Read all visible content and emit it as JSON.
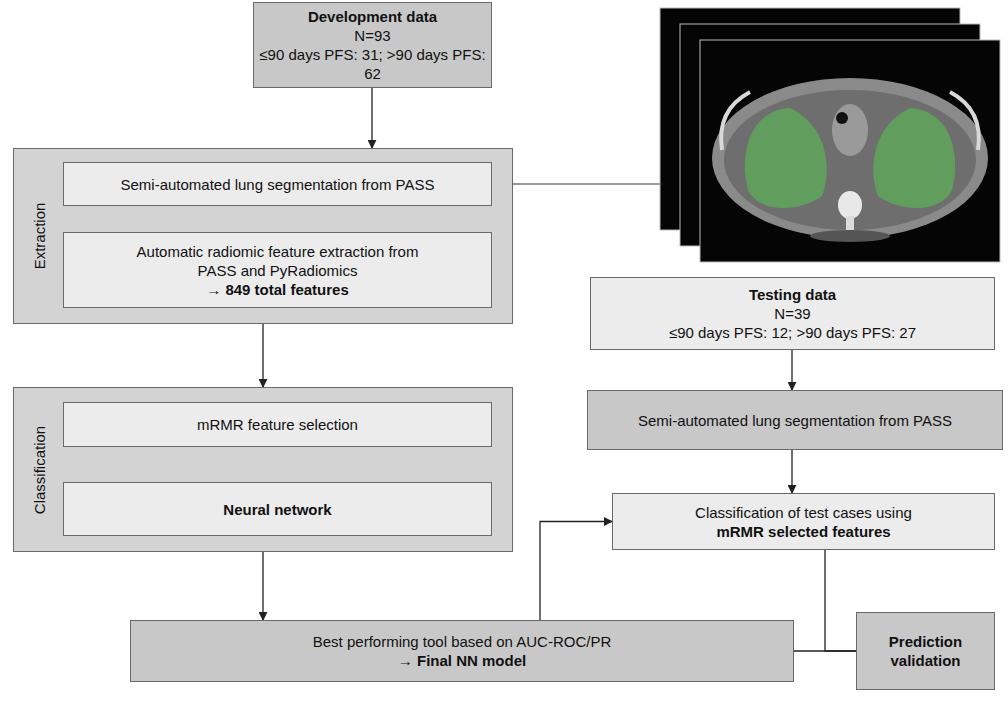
{
  "diagram": {
    "nodes": [
      {
        "text": [
          "Development data",
          "N=93",
          "≤90 days PFS: 31; >90 days PFS: 62"
        ]
      },
      {
        "text": [
          "Extraction"
        ]
      },
      {
        "text": [
          "Semi-automated lung segmentation from PASS"
        ],
        "in": 1
      },
      {
        "text": [
          "Automatic radiomic feature extraction from PASS and PyRadiomics",
          "→ 849 total features"
        ],
        "in": 1
      },
      {
        "text": [
          "Classification"
        ]
      },
      {
        "text": [
          "mRMR feature selection"
        ],
        "in": 4
      },
      {
        "text": [
          "Neural network"
        ],
        "in": 4
      },
      {
        "text": [
          "Best performing tool based on AUC-ROC/PR",
          "→ Final NN model"
        ]
      },
      {
        "text": [
          "Testing data",
          "N=39",
          "≤90 days PFS: 12; >90 days PFS: 27"
        ]
      },
      {
        "text": [
          "Semi-automated lung segmentation from PASS"
        ]
      },
      {
        "text": [
          "Classification of test cases using",
          "mRMR selected features"
        ]
      },
      {
        "text": [
          "Prediction validation"
        ]
      }
    ],
    "edges": [
      {
        "from": 0,
        "to": 1,
        "arrow": "to"
      },
      {
        "from": 2,
        "to": 3,
        "arrow": "to"
      },
      {
        "from": 1,
        "to": 4,
        "arrow": "to"
      },
      {
        "from": 5,
        "to": 6,
        "arrow": "to"
      },
      {
        "from": 4,
        "to": 7,
        "arrow": "to"
      },
      {
        "from": 8,
        "to": 9,
        "arrow": "to"
      },
      {
        "from": 9,
        "to": 10,
        "arrow": "to"
      },
      {
        "from": 7,
        "to": 10,
        "arrow": "to"
      },
      {
        "from": 10,
        "to": 11,
        "arrow": "none"
      },
      {
        "from": 7,
        "to": 11,
        "arrow": "none"
      }
    ]
  }
}
